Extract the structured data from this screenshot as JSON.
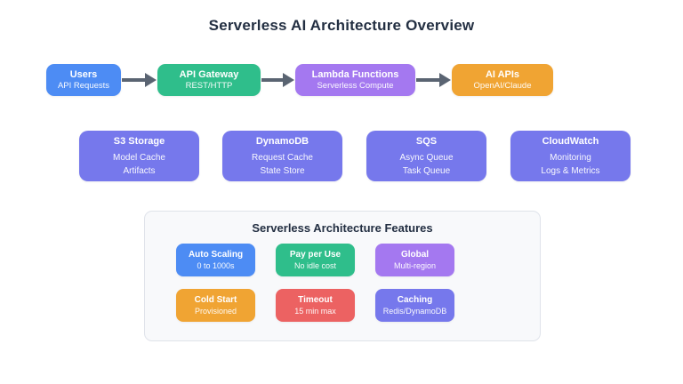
{
  "title": "Serverless AI Architecture Overview",
  "colors": {
    "blue": "#4d8cf4",
    "green": "#2fbe8b",
    "purple": "#a478f0",
    "orange": "#f0a433",
    "periwinkle": "#7678ec",
    "red": "#ec6262",
    "arrow": "#5a6472",
    "title_text": "#232f42",
    "panel_bg": "#f8f9fb",
    "panel_border": "#dfe3ea"
  },
  "flow": {
    "arrow_color": "#5a6472",
    "nodes": [
      {
        "label": "Users",
        "sublabel": "API Requests",
        "color": "#4d8cf4"
      },
      {
        "label": "API Gateway",
        "sublabel": "REST/HTTP",
        "color": "#2fbe8b"
      },
      {
        "label": "Lambda Functions",
        "sublabel": "Serverless Compute",
        "color": "#a478f0"
      },
      {
        "label": "AI APIs",
        "sublabel": "OpenAI/Claude",
        "color": "#f0a433"
      }
    ]
  },
  "services": [
    {
      "label": "S3 Storage",
      "sublabel1": "Model Cache",
      "sublabel2": "Artifacts",
      "color": "#7678ec"
    },
    {
      "label": "DynamoDB",
      "sublabel1": "Request Cache",
      "sublabel2": "State Store",
      "color": "#7678ec"
    },
    {
      "label": "SQS",
      "sublabel1": "Async Queue",
      "sublabel2": "Task Queue",
      "color": "#7678ec"
    },
    {
      "label": "CloudWatch",
      "sublabel1": "Monitoring",
      "sublabel2": "Logs & Metrics",
      "color": "#7678ec"
    }
  ],
  "features_panel": {
    "title": "Serverless Architecture Features",
    "features": [
      {
        "label": "Auto Scaling",
        "sublabel": "0 to 1000s",
        "color": "#4d8cf4"
      },
      {
        "label": "Pay per Use",
        "sublabel": "No idle cost",
        "color": "#2fbe8b"
      },
      {
        "label": "Global",
        "sublabel": "Multi-region",
        "color": "#a478f0"
      },
      {
        "label": "Cold Start",
        "sublabel": "Provisioned",
        "color": "#f0a433"
      },
      {
        "label": "Timeout",
        "sublabel": "15 min max",
        "color": "#ec6262"
      },
      {
        "label": "Caching",
        "sublabel": "Redis/DynamoDB",
        "color": "#7678ec"
      }
    ]
  }
}
